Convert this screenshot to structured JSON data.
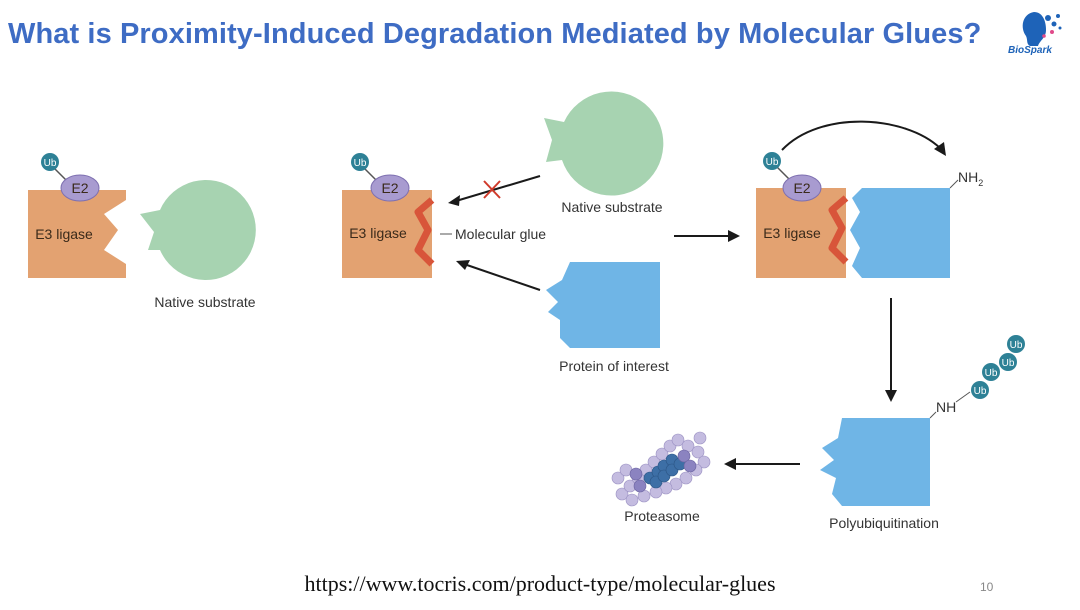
{
  "slide": {
    "title": "What is Proximity-Induced Degradation Mediated by Molecular Glues?",
    "logo_text": "BioSpark",
    "footer_url": "https://www.tocris.com/product-type/molecular-glues",
    "page_number": "10"
  },
  "diagram": {
    "ub": "Ub",
    "e2": "E2",
    "e3_ligase": "E3 ligase",
    "native_substrate": "Native substrate",
    "molecular_glue": "Molecular glue",
    "protein_of_interest": "Protein of interest",
    "nh2_main": "NH",
    "nh2_sub": "2",
    "nh": "NH",
    "proteasome": "Proteasome",
    "polyubiquitination": "Polyubiquitination"
  },
  "colors": {
    "title": "#3E6CC4",
    "e3": "#E3A271",
    "e2": "#A89BD0",
    "ub": "#2E8196",
    "substrate": "#A7D3B1",
    "protein": "#6FB5E6",
    "glue": "#D8553A",
    "arrow": "#1a1a1a",
    "cross": "#D03A2A"
  }
}
